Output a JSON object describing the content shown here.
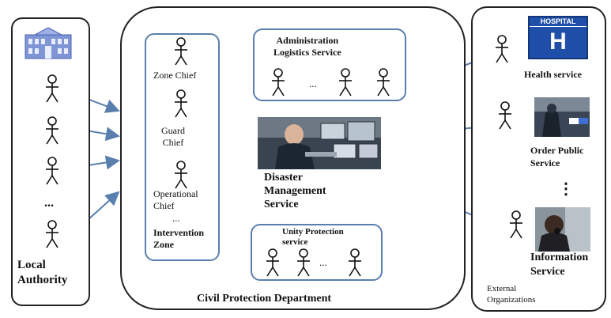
{
  "local_authority": {
    "label": "Local\nAuthority"
  },
  "civil_protection": {
    "department_label": "Civil Protection Department",
    "intervention_zone": {
      "zone_chief": "Zone Chief",
      "guard_chief": "Guard\nChief",
      "operational_chief": "Operational\nChief",
      "ellipsis": "...",
      "label": "Intervention\nZone"
    },
    "administration": {
      "label": "Administration\nLogistics Service",
      "ellipsis": "..."
    },
    "disaster_management": {
      "label": "Disaster\nManagement\nService"
    },
    "unity_protection": {
      "label": "Unity Protection\nservice",
      "ellipsis": "..."
    }
  },
  "external": {
    "health_service": "Health service",
    "hospital_sign": {
      "top": "HOSPITAL",
      "letter": "H"
    },
    "order_public": "Order Public\nService",
    "vertical_ellipsis": "⋮",
    "information_service": "Information\nService",
    "label": "External\nOrganizations"
  },
  "local_ellipsis": "...",
  "colors": {
    "arrow_blue": "#5a7fae",
    "box_border": "#5a7fae",
    "panel_border": "#222222",
    "hospital_blue": "#1f4fa8"
  }
}
